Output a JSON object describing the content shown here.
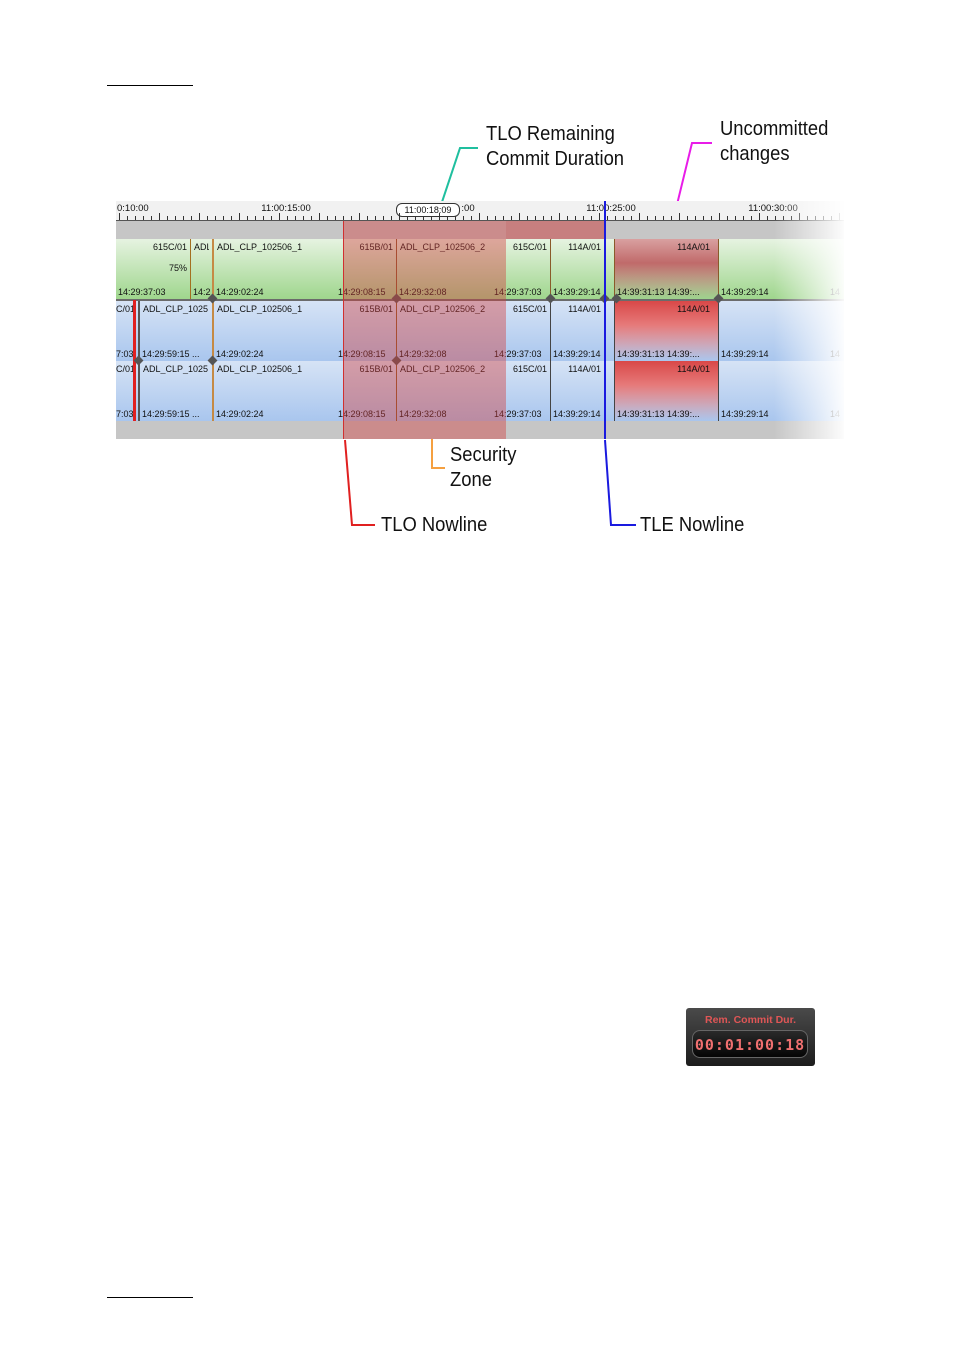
{
  "callouts": {
    "tlo_remaining_line1": "TLO Remaining",
    "tlo_remaining_line2": "Commit Duration",
    "uncommitted_line1": "Uncommitted",
    "uncommitted_line2": "changes",
    "security_line1": "Security",
    "security_line2": "Zone",
    "tlo_nowline": "TLO Nowline",
    "tle_nowline": "TLE Nowline"
  },
  "colors": {
    "tlo_remaining": "#1fbf9f",
    "uncommitted": "#e81ce8",
    "security": "#f5a040",
    "tlo_nowline": "#e02020",
    "tle_nowline": "#1a1adf"
  },
  "ruler": {
    "labels": [
      "0:10:00",
      "11:00:15:00",
      ":00",
      "11:00:25:00",
      "11:00:30:00"
    ],
    "current_tc": "11:00:18:09"
  },
  "tracks": [
    {
      "clips": [
        {
          "name": "615C/01",
          "tc": "14:29:37:03",
          "pct": "75%"
        },
        {
          "name": "ADL",
          "tc": "14:2"
        },
        {
          "name": "ADL_CLP_102506_1",
          "tc": "14:29:02:24"
        },
        {
          "name": "615B/01",
          "tc": "14:29:08:15"
        },
        {
          "name": "ADL_CLP_102506_2",
          "tc": "14:29:32:08"
        },
        {
          "name": "615C/01",
          "tc": "14:29:37:03"
        },
        {
          "name": "114A/01",
          "tc": "14:39:29:14"
        },
        {
          "name": "114A/01",
          "tc": "14:39:31:13  14:39:..."
        },
        {
          "name": "",
          "tc": "14:39:29:14"
        },
        {
          "name": "",
          "tc": "14"
        }
      ]
    },
    {
      "clips": [
        {
          "name": "C/01",
          "tc": "7:03"
        },
        {
          "name": "ADL_CLP_1025",
          "tc": "14:29:59:15   ..."
        },
        {
          "name": "ADL_CLP_102506_1",
          "tc": "14:29:02:24"
        },
        {
          "name": "615B/01",
          "tc": "14:29:08:15"
        },
        {
          "name": "ADL_CLP_102506_2",
          "tc": "14:29:32:08"
        },
        {
          "name": "615C/01",
          "tc": "14:29:37:03"
        },
        {
          "name": "114A/01",
          "tc": "14:39:29:14"
        },
        {
          "name": "114A/01",
          "tc": "14:39:31:13  14:39:..."
        },
        {
          "name": "",
          "tc": "14:39:29:14"
        },
        {
          "name": "",
          "tc": "14"
        }
      ]
    },
    {
      "clips": [
        {
          "name": "C/01",
          "tc": "7:03"
        },
        {
          "name": "ADL_CLP_1025",
          "tc": "14:29:59:15   ..."
        },
        {
          "name": "ADL_CLP_102506_1",
          "tc": "14:29:02:24"
        },
        {
          "name": "615B/01",
          "tc": "14:29:08:15"
        },
        {
          "name": "ADL_CLP_102506_2",
          "tc": "14:29:32:08"
        },
        {
          "name": "615C/01",
          "tc": "14:29:37:03"
        },
        {
          "name": "114A/01",
          "tc": "14:39:29:14"
        },
        {
          "name": "114A/01",
          "tc": "14:39:31:13  14:39:..."
        },
        {
          "name": "",
          "tc": "14:39:29:14"
        },
        {
          "name": "",
          "tc": "14"
        }
      ]
    }
  ],
  "rem_commit": {
    "label": "Rem. Commit Dur.",
    "value": "00:01:00:18"
  }
}
